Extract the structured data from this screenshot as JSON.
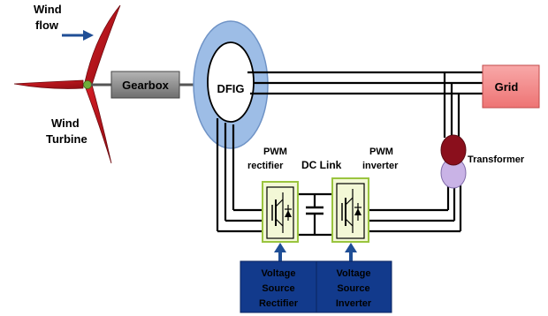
{
  "labels": {
    "wind_flow": [
      "Wind",
      "flow"
    ],
    "wind_turbine": [
      "Wind",
      "Turbine"
    ],
    "gearbox": "Gearbox",
    "dfig": "DFIG",
    "grid": "Grid",
    "transformer": "Transformer",
    "pwm_rectifier": [
      "PWM",
      "rectifier"
    ],
    "dc_link": "DC Link",
    "pwm_inverter": [
      "PWM",
      "inverter"
    ],
    "vs_rectifier": [
      "Voltage",
      "Source",
      "Rectifier"
    ],
    "vs_inverter": [
      "Voltage",
      "Source",
      "Inverter"
    ]
  },
  "colors": {
    "blade": "#c0141c",
    "blade_dark": "#7a0a10",
    "hub": "#6fae3a",
    "gearbox": "#8c8c8c",
    "dfig_outer": "#9dbde6",
    "dfig_inner": "#ffffff",
    "grid": "#f48c8c",
    "transformer_top": "#8a0f1c",
    "transformer_bottom": "#c9b3e6",
    "converter": "#f3f8d6",
    "converter_border": "#9ac43f",
    "source_box": "#123a8c",
    "arrow": "#1f4e96"
  }
}
